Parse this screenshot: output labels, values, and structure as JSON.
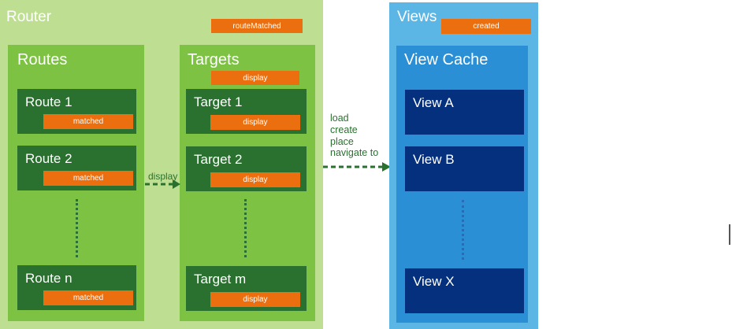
{
  "router": {
    "title": "Router",
    "event": "routeMatched",
    "routes": {
      "title": "Routes",
      "items": [
        {
          "label": "Route 1",
          "tag": "matched"
        },
        {
          "label": "Route 2",
          "tag": "matched"
        },
        {
          "label": "Route n",
          "tag": "matched"
        }
      ]
    },
    "targets": {
      "title": "Targets",
      "event": "display",
      "items": [
        {
          "label": "Target 1",
          "tag": "display"
        },
        {
          "label": "Target 2",
          "tag": "display"
        },
        {
          "label": "Target m",
          "tag": "display"
        }
      ]
    },
    "arrow_label": "display"
  },
  "views": {
    "title": "Views",
    "event": "created",
    "cache": {
      "title": "View Cache",
      "items": [
        {
          "label": "View A"
        },
        {
          "label": "View B"
        },
        {
          "label": "View X"
        }
      ]
    }
  },
  "connector": {
    "lines": [
      "load",
      "create",
      "place",
      "navigate to"
    ]
  },
  "colors": {
    "router_bg": "#bedf92",
    "green_panel": "#7dc242",
    "dark_green": "#2a7130",
    "views_bg": "#5bb6e5",
    "blue_panel": "#2a8fd5",
    "navy": "#04307e",
    "event_tag": "#ec6f0f"
  }
}
